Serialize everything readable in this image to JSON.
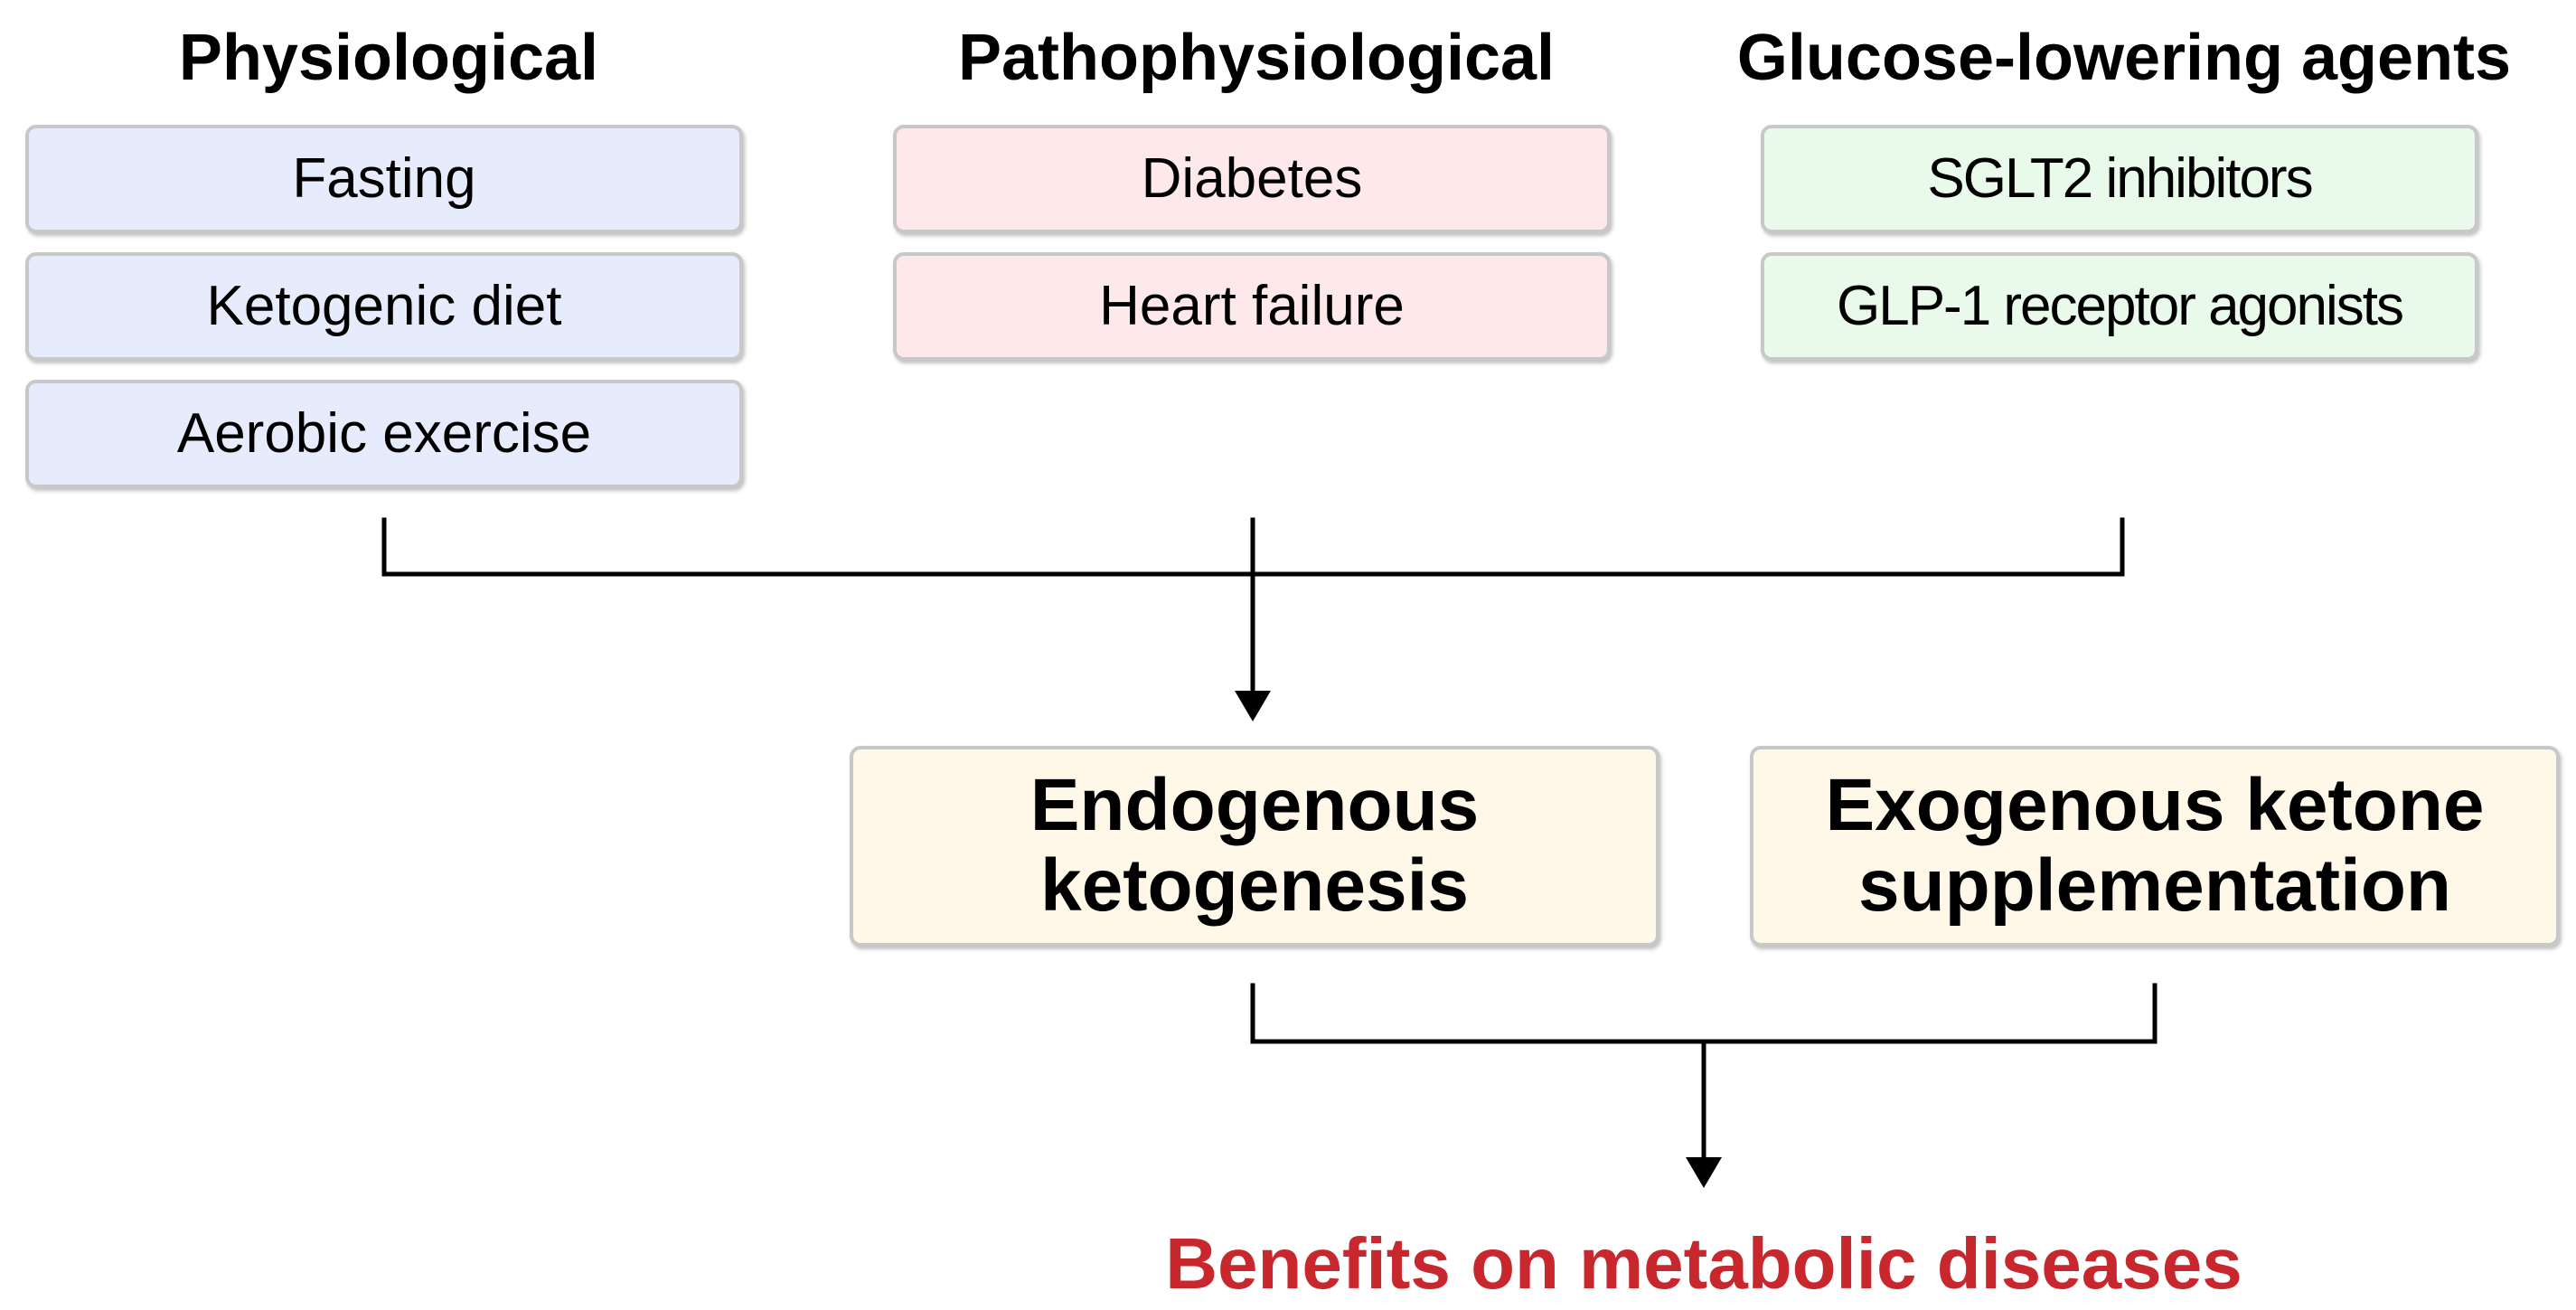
{
  "columns": [
    {
      "title": "Physiological",
      "items": [
        "Fasting",
        "Ketogenic diet",
        "Aerobic exercise"
      ]
    },
    {
      "title": "Pathophysiological",
      "items": [
        "Diabetes",
        "Heart failure"
      ]
    },
    {
      "title": "Glucose-lowering agents",
      "items": [
        "SGLT2 inhibitors",
        "GLP-1 receptor agonists"
      ]
    }
  ],
  "ketone_sources": {
    "endogenous": {
      "line1": "Endogenous",
      "line2": "ketogenesis"
    },
    "exogenous": {
      "line1": "Exogenous ketone",
      "line2": "supplementation"
    }
  },
  "outcome": {
    "label": "Benefits on metabolic diseases",
    "color": "#c8272d"
  },
  "colors": {
    "physiological_fill": "#e6ecfb",
    "pathophysiological_fill": "#fde9e9",
    "agents_fill": "#eafaea",
    "ketone_fill": "#fff8e8",
    "box_border": "#c8c8c8"
  }
}
